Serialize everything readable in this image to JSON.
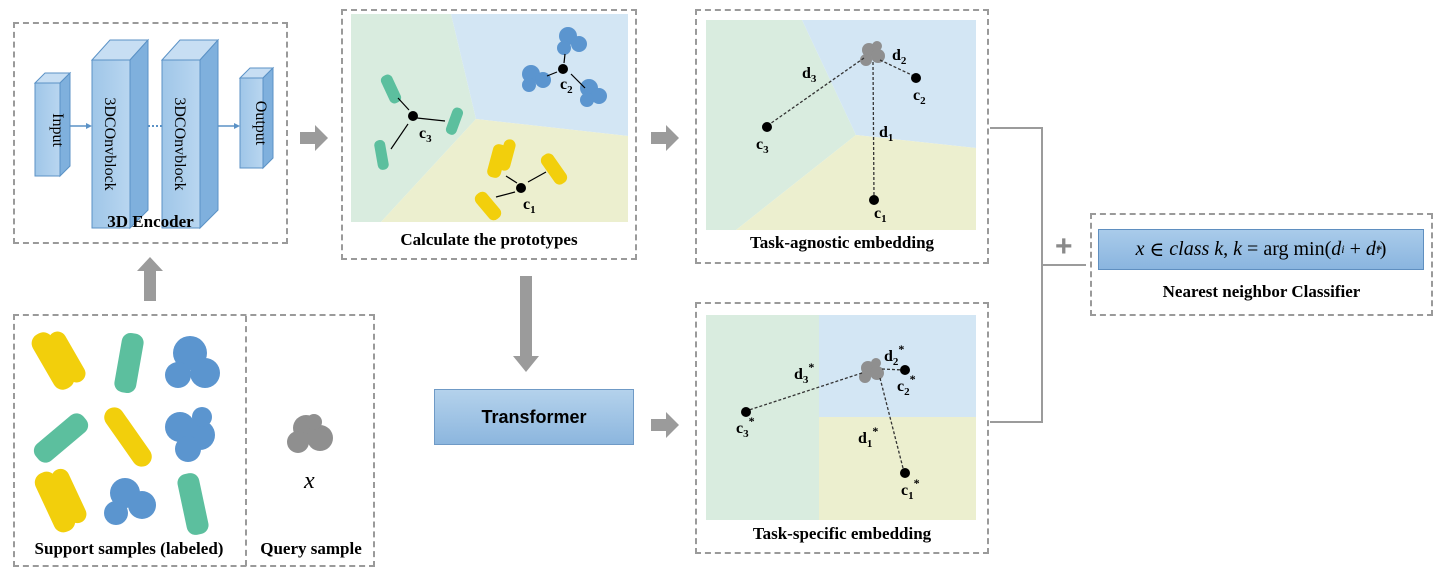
{
  "encoder": {
    "input": "Input",
    "conv1": "3DCOnvblock",
    "conv2": "3DCOnvblock",
    "output": "Output",
    "caption": "3D Encoder"
  },
  "prototypes": {
    "caption": "Calculate the prototypes",
    "c1": "c1",
    "c2": "c2",
    "c3": "c3"
  },
  "agnostic": {
    "caption": "Task-agnostic embedding"
  },
  "specific": {
    "caption": "Task-specific embedding"
  },
  "transformer": {
    "label": "Transformer"
  },
  "classifier": {
    "plus": "+",
    "formula": "x ∈ class k, k = arg min(d_i + d_i^*)",
    "caption": "Nearest neighbor Classifier"
  },
  "support": {
    "caption": "Support samples (labeled)"
  },
  "query": {
    "caption": "Query sample",
    "symbol": "x"
  },
  "colors": {
    "green_region": "#d9ecdf",
    "blue_region": "#d3e6f4",
    "yellow_region": "#ecefcf",
    "yellow_sample": "#f2cf0c",
    "green_sample": "#5cbf9e",
    "blue_sample": "#5b95cf",
    "gray_sample": "#8f8f8f",
    "block_fill": "#a6c9e8",
    "arrow_gray": "#9b9b9b"
  }
}
